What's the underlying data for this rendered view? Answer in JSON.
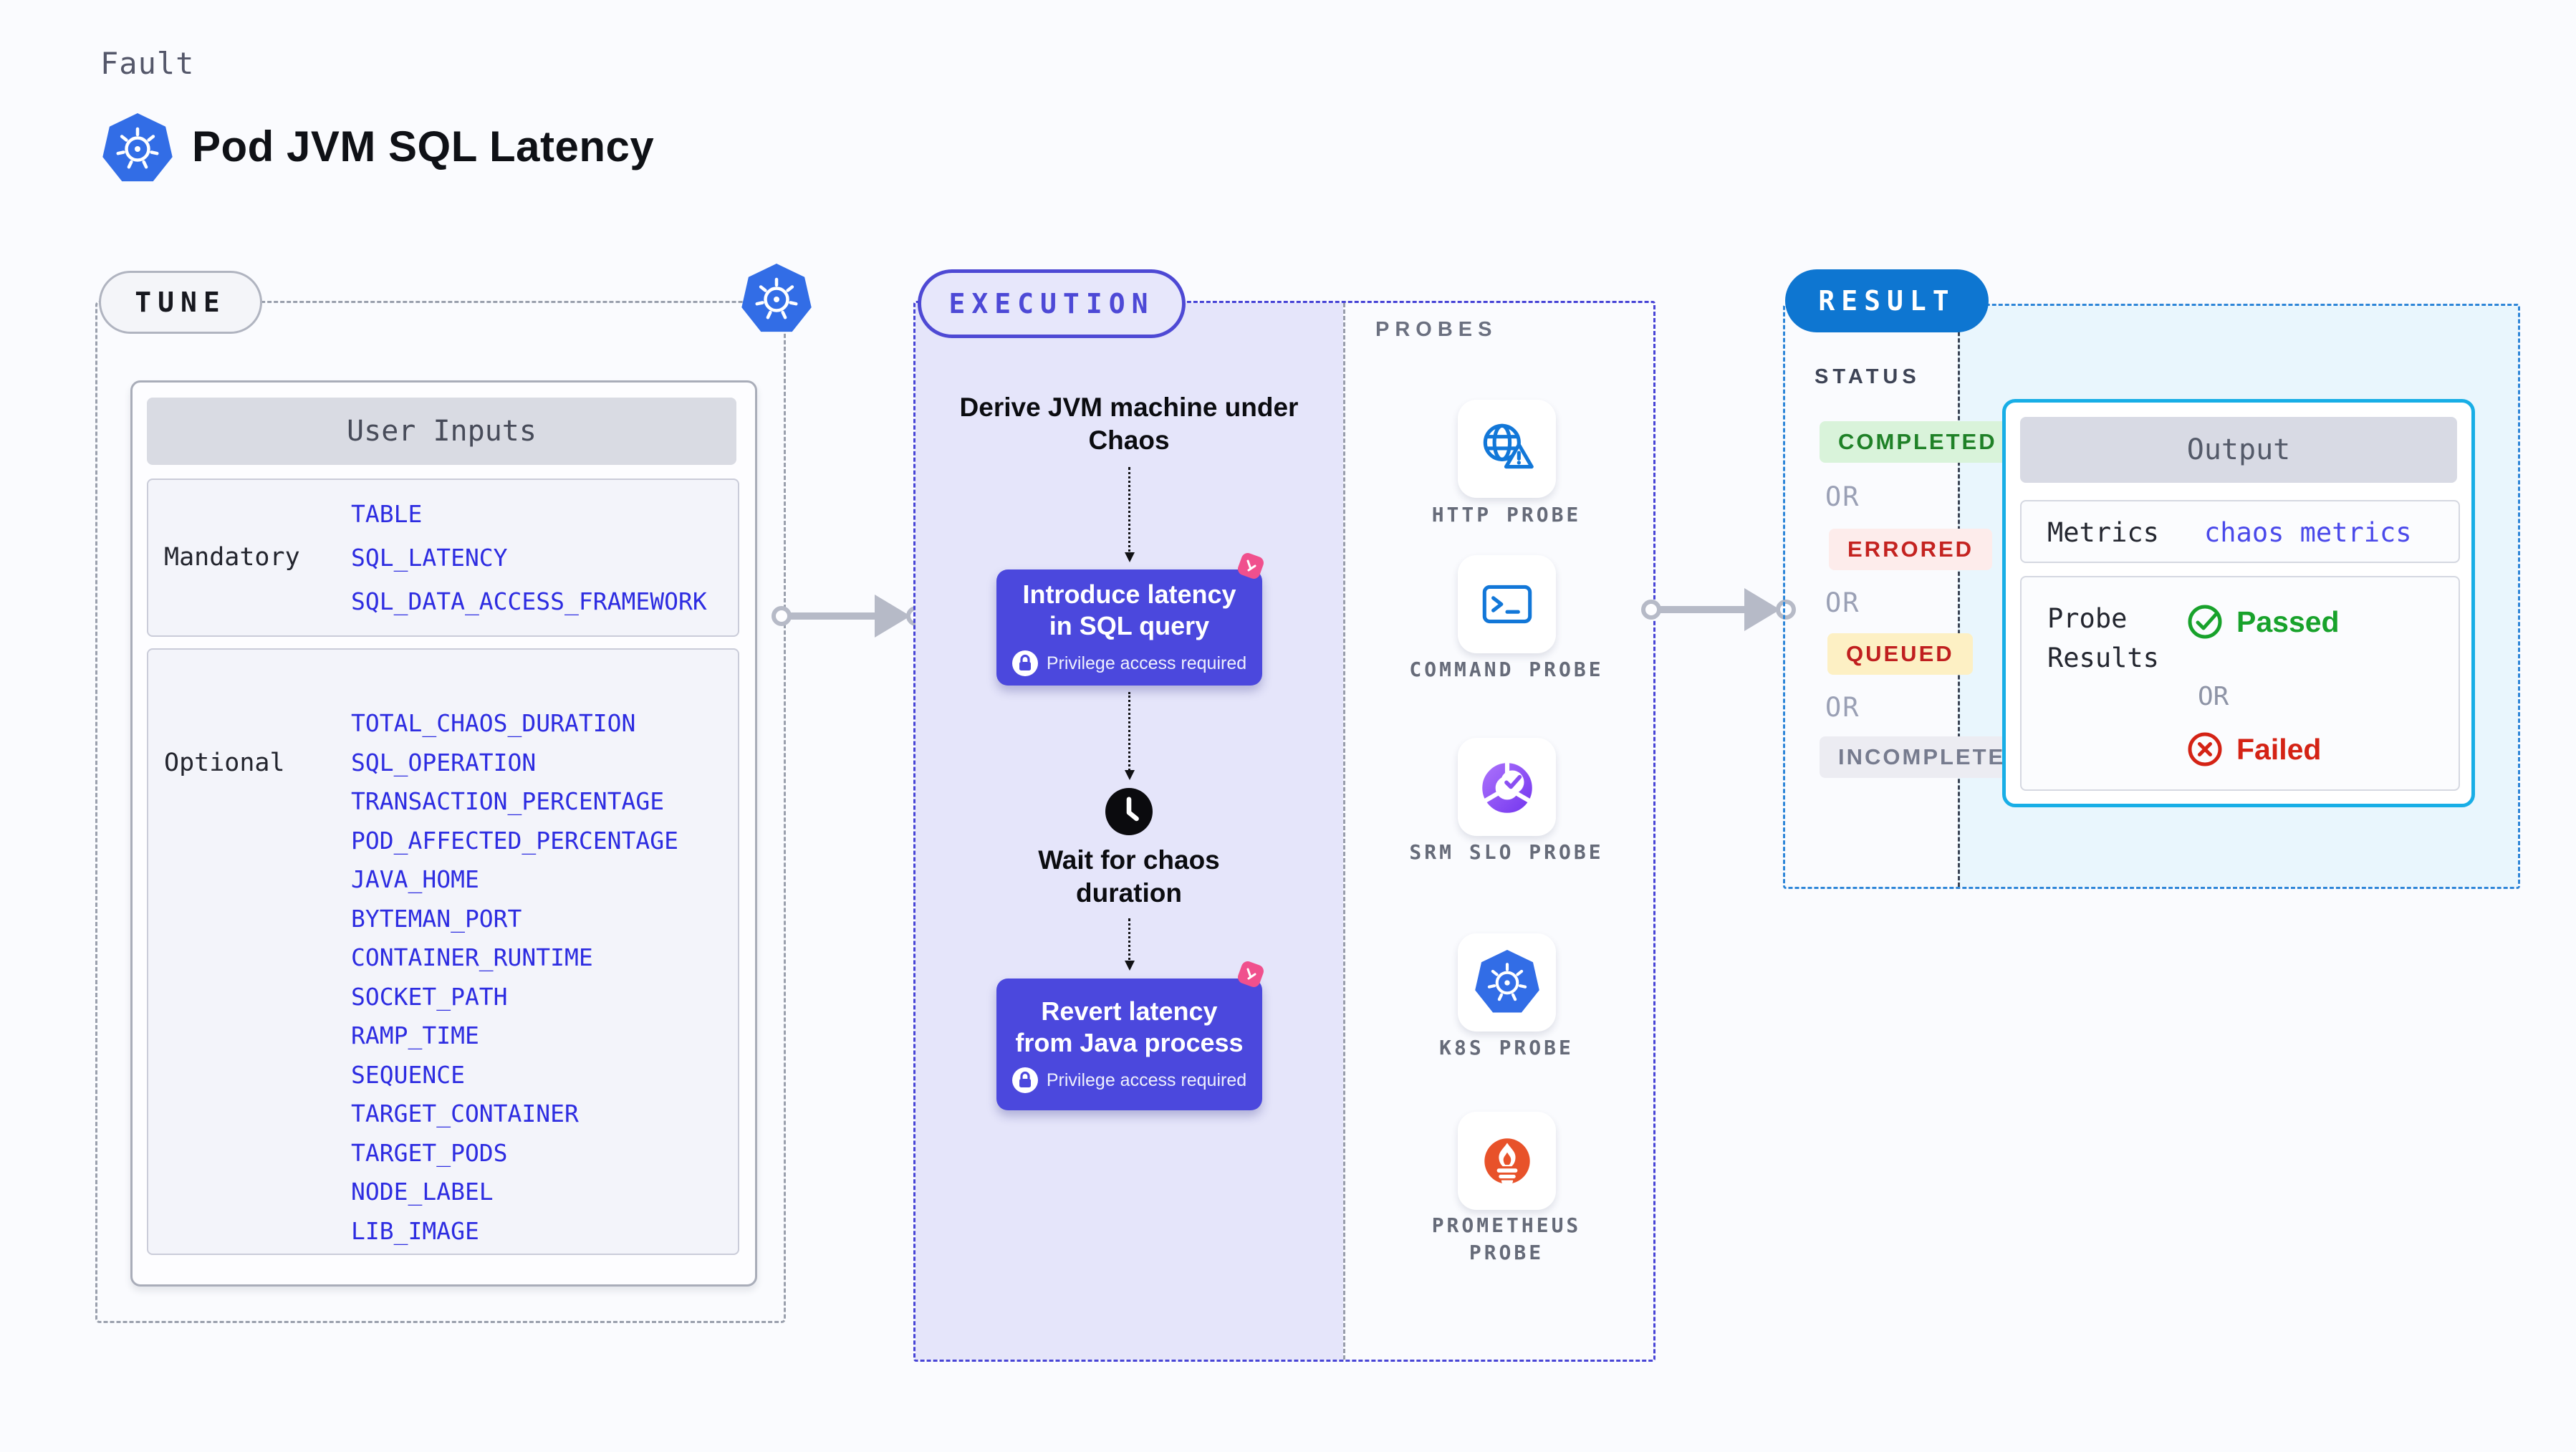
{
  "header": {
    "eyebrow": "Fault",
    "title": "Pod JVM SQL Latency"
  },
  "tune": {
    "label": "TUNE",
    "table_title": "User Inputs",
    "mandatory_label": "Mandatory",
    "mandatory_inputs": [
      "TABLE",
      "SQL_LATENCY",
      "SQL_DATA_ACCESS_FRAMEWORK"
    ],
    "optional_label": "Optional",
    "optional_inputs": [
      "TOTAL_CHAOS_DURATION",
      "SQL_OPERATION",
      "TRANSACTION_PERCENTAGE",
      "POD_AFFECTED_PERCENTAGE",
      "JAVA_HOME",
      "BYTEMAN_PORT",
      "CONTAINER_RUNTIME",
      "SOCKET_PATH",
      "RAMP_TIME",
      "SEQUENCE",
      "TARGET_CONTAINER",
      "TARGET_PODS",
      "NODE_LABEL",
      "LIB_IMAGE"
    ]
  },
  "execution": {
    "label": "EXECUTION",
    "step_derive": "Derive JVM machine under Chaos",
    "step_introduce": "Introduce latency in SQL query",
    "privilege_note": "Privilege access required",
    "step_wait": "Wait for chaos duration",
    "step_revert": "Revert latency from Java process"
  },
  "probes": {
    "label": "PROBES",
    "items": [
      {
        "label": "HTTP PROBE",
        "icon": "globe-alert-icon"
      },
      {
        "label": "COMMAND PROBE",
        "icon": "terminal-icon"
      },
      {
        "label": "SRM SLO PROBE",
        "icon": "slo-donut-check-icon"
      },
      {
        "label": "K8S PROBE",
        "icon": "kubernetes-icon"
      },
      {
        "label": "PROMETHEUS PROBE",
        "icon": "prometheus-flame-icon"
      }
    ]
  },
  "result": {
    "label": "RESULT",
    "status_label": "STATUS",
    "or_label": "OR",
    "statuses": [
      {
        "text": "COMPLETED",
        "type": "completed"
      },
      {
        "text": "ERRORED",
        "type": "errored"
      },
      {
        "text": "QUEUED",
        "type": "queued"
      },
      {
        "text": "INCOMPLETED",
        "type": "incompleted"
      }
    ],
    "output": {
      "title": "Output",
      "metrics_label": "Metrics",
      "metrics_value": "chaos metrics",
      "probe_results_label": "Probe Results",
      "passed_label": "Passed",
      "or_label": "OR",
      "failed_label": "Failed"
    }
  },
  "colors": {
    "accent_indigo": "#4b48dd",
    "execution_border": "#4744d6",
    "execution_fill": "#e5e5fa",
    "result_blue": "#0e76d1",
    "result_dashed": "#2e86d8",
    "output_border": "#18aee6",
    "result_fill": "#e9f6fd",
    "passed_green": "#18a22b",
    "failed_red": "#d42315",
    "queued_yellow_bg": "#fdf0c4",
    "chaos_pink": "#f0508d",
    "kubernetes_blue": "#326de6",
    "probe_blue": "#1277d8",
    "prometheus_orange": "#e8522a",
    "value_indigo": "#2d2ce1"
  }
}
